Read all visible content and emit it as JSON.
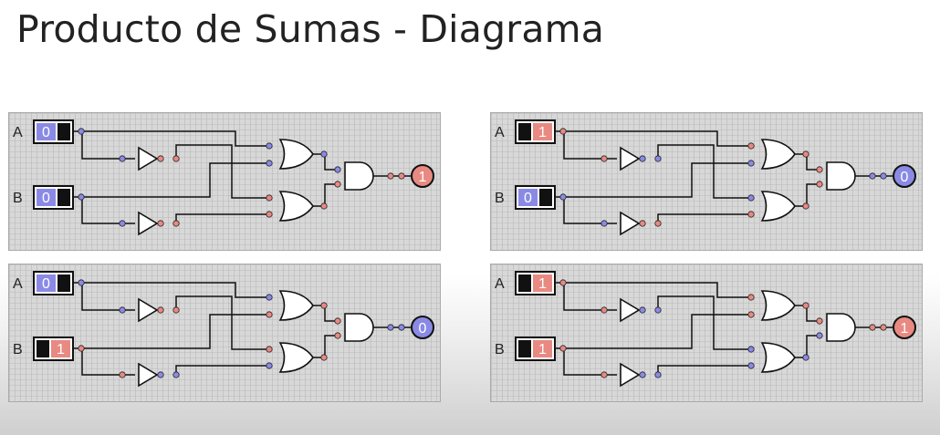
{
  "title": "Producto de Sumas - Diagrama",
  "colors": {
    "low": "#8a8ae6",
    "high": "#e88a82",
    "grid_bg": "#d8d8d8",
    "grid_line": "#b9b9b9"
  },
  "circuits": [
    {
      "input_a_label": "A",
      "input_b_label": "B",
      "a": "0",
      "b": "0",
      "out": "1"
    },
    {
      "input_a_label": "A",
      "input_b_label": "B",
      "a": "1",
      "b": "0",
      "out": "0"
    },
    {
      "input_a_label": "A",
      "input_b_label": "B",
      "a": "0",
      "b": "1",
      "out": "0"
    },
    {
      "input_a_label": "A",
      "input_b_label": "B",
      "a": "1",
      "b": "1",
      "out": "1"
    }
  ]
}
